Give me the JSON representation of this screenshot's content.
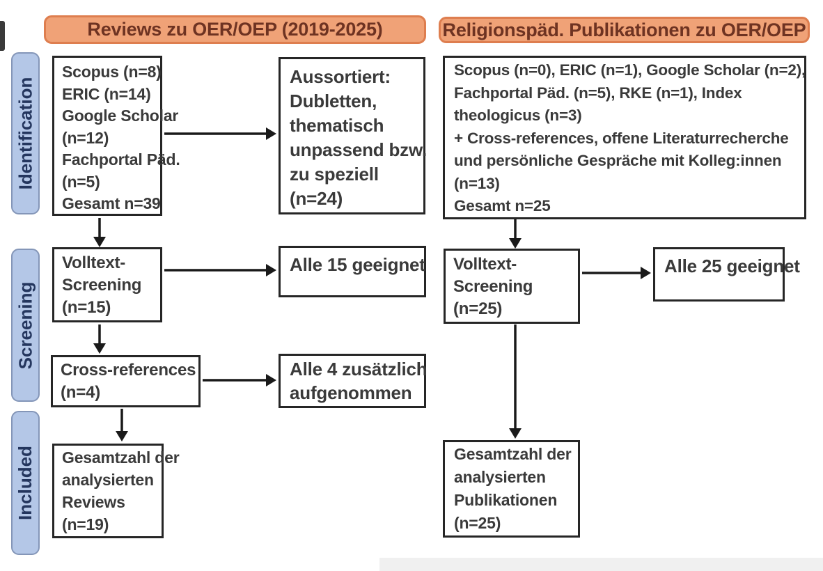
{
  "diagram_type": "prisma-flow",
  "headers": [
    {
      "label": "Reviews zu OER/OEP (2019-2025)"
    },
    {
      "label": "Religionspäd. Publikationen zu OER/OEP"
    }
  ],
  "stages": [
    {
      "label": "Identification"
    },
    {
      "label": "Screening"
    },
    {
      "label": "Included"
    }
  ],
  "boxes": {
    "left_sources": {
      "lines": [
        "Scopus (n=8)",
        "ERIC (n=14)",
        "Google Scholar",
        "(n=12)",
        "Fachportal Päd.",
        "(n=5)",
        "Gesamt n=39"
      ]
    },
    "left_excluded": {
      "lines": [
        "Aussortiert:",
        "Dubletten,",
        "thematisch",
        "unpassend bzw.",
        "zu speziell",
        "(n=24)"
      ]
    },
    "left_fulltext": {
      "lines": [
        "Volltext-",
        "Screening",
        "(n=15)"
      ]
    },
    "left_fulltext_result": {
      "lines": [
        "Alle 15 geeignet"
      ]
    },
    "left_crossref": {
      "lines": [
        "Cross-references",
        "(n=4)"
      ]
    },
    "left_crossref_result": {
      "lines": [
        "Alle 4 zusätzlich",
        "aufgenommen"
      ]
    },
    "left_total": {
      "lines": [
        "Gesamtzahl der",
        "analysierten",
        "Reviews",
        "(n=19)"
      ]
    },
    "right_sources": {
      "lines": [
        "Scopus (n=0), ERIC (n=1), Google Scholar (n=2),",
        "Fachportal Päd. (n=5), RKE (n=1), Index",
        "theologicus (n=3)",
        "+ Cross-references, offene Literaturrecherche",
        "und persönliche Gespräche mit Kolleg:innen",
        "(n=13)",
        "Gesamt n=25"
      ]
    },
    "right_fulltext": {
      "lines": [
        "Volltext-",
        "Screening",
        "(n=25)"
      ]
    },
    "right_fulltext_result": {
      "lines": [
        "Alle 25 geeignet"
      ]
    },
    "right_total": {
      "lines": [
        "Gesamtzahl der",
        "analysierten",
        "Publikationen",
        "(n=25)"
      ]
    }
  },
  "colors": {
    "header_fill": "#F0A277",
    "header_border": "#DE7E4F",
    "header_text": "#6E3322",
    "stage_fill": "#B4C7E7",
    "stage_border": "#8496B8",
    "stage_text": "#24365E",
    "box_border": "#262626",
    "box_text": "#3A3A3A",
    "arrow": "#1A1A1A",
    "background": "#FFFFFF"
  }
}
